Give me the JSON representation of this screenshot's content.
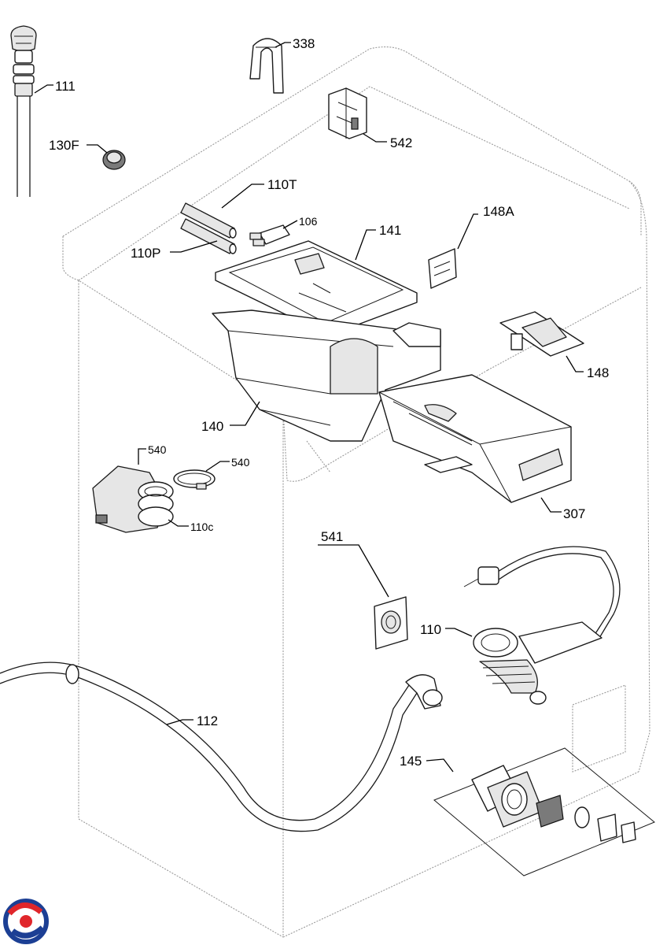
{
  "labels": {
    "p111": "111",
    "p338": "338",
    "p130F": "130F",
    "p542": "542",
    "p110T": "110T",
    "p106": "106",
    "p141": "141",
    "p148A": "148A",
    "p110P": "110P",
    "p148": "148",
    "p140": "140",
    "p307": "307",
    "p540a": "540",
    "p540b": "540",
    "p110c": "110c",
    "p541": "541",
    "p110": "110",
    "p112": "112",
    "p145": "145"
  },
  "colors": {
    "line": "#1a1a1a",
    "cabinet_outline": "#9a9a9a",
    "logo_red": "#e0262b",
    "logo_blue": "#1c3f94"
  },
  "icons": [
    "brand-logo-icon"
  ]
}
